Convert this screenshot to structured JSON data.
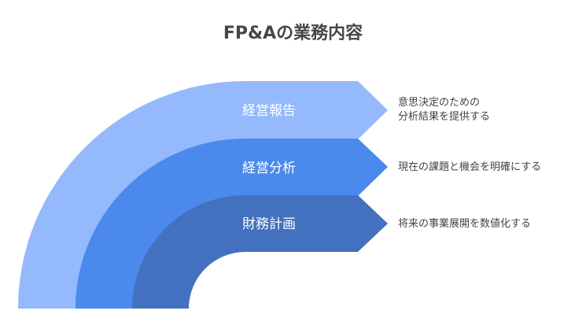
{
  "title": "FP&Aの業務内容",
  "layers": [
    {
      "label": "経営報告",
      "description_lines": [
        "意思決定のための",
        "分析結果を提供する"
      ],
      "color": "#94b9fc"
    },
    {
      "label": "経営分析",
      "description_lines": [
        "現在の課題と機会を明確にする"
      ],
      "color": "#4b8aec"
    },
    {
      "label": "財務計画",
      "description_lines": [
        "将来の事業展開を数値化する"
      ],
      "color": "#4371bf"
    }
  ]
}
